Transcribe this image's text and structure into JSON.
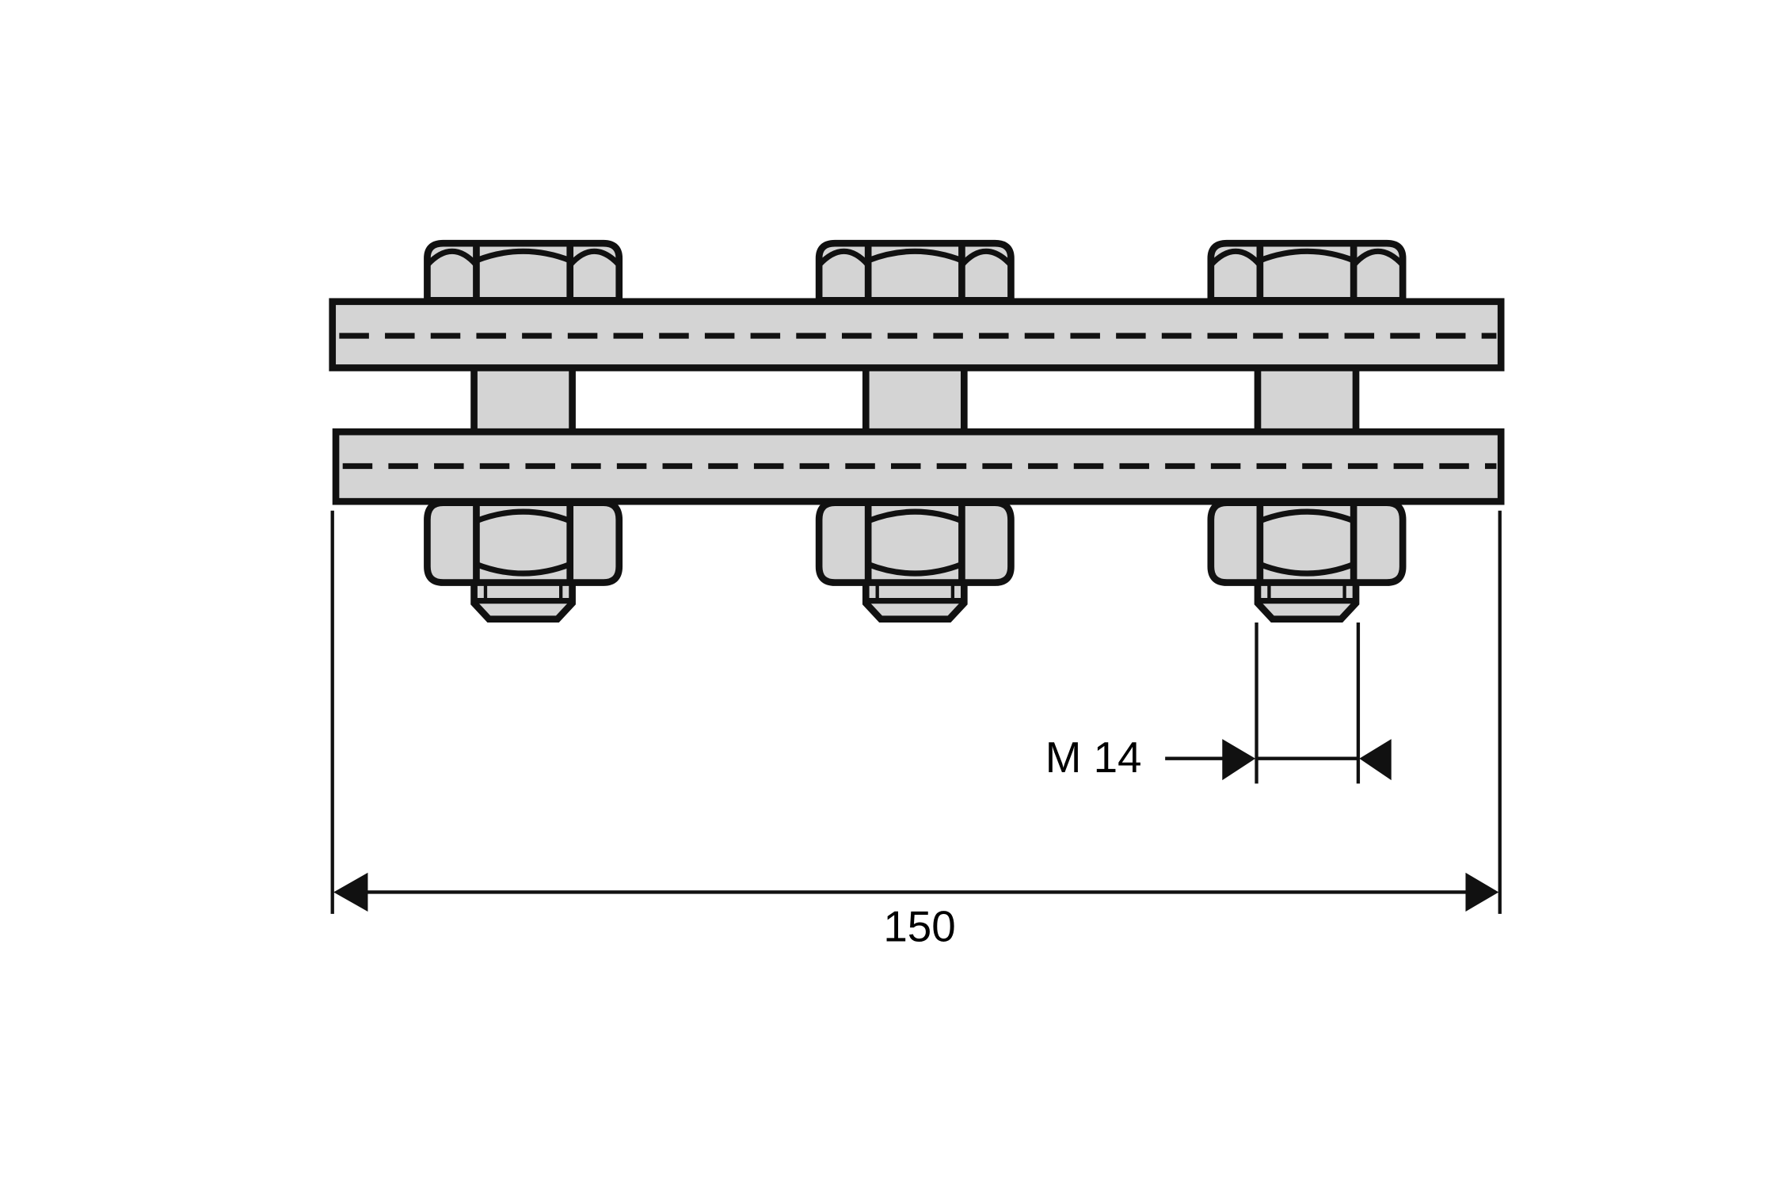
{
  "drawing": {
    "overall_length_label": "150",
    "bolt_size_label": "M 14",
    "bolt_count": 3,
    "colors": {
      "fill": "#d4d4d4",
      "stroke": "#111111",
      "background": "#ffffff"
    }
  }
}
